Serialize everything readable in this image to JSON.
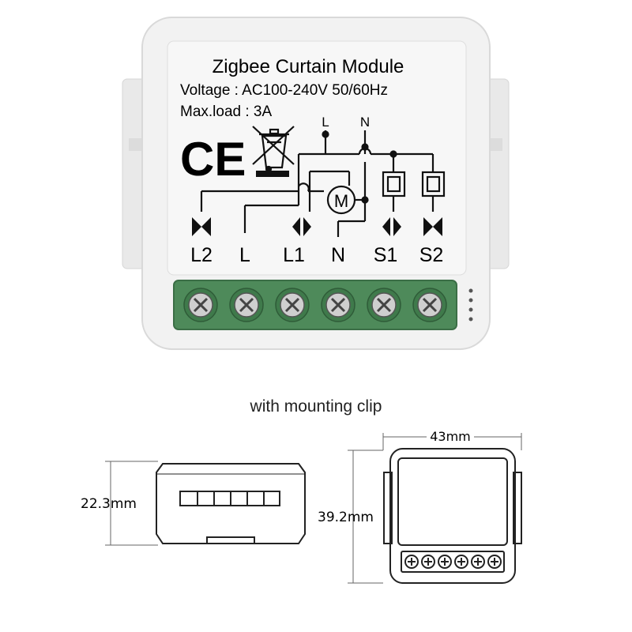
{
  "module": {
    "title": "Zigbee Curtain Module",
    "voltage": "Voltage : AC100-240V 50/60Hz",
    "max_load": "Max.load : 3A",
    "ce_mark": "CE",
    "motor_symbol": "M",
    "top_labels": [
      "L",
      "N"
    ],
    "terminal_labels": [
      "L2",
      "L",
      "L1",
      "N",
      "S1",
      "S2"
    ],
    "body_color": "#f2f2f2",
    "terminal_color": "#4e8a5a"
  },
  "caption": "with mounting clip",
  "dimensions": {
    "depth": "22.3mm",
    "height": "39.2mm",
    "width": "43mm"
  }
}
